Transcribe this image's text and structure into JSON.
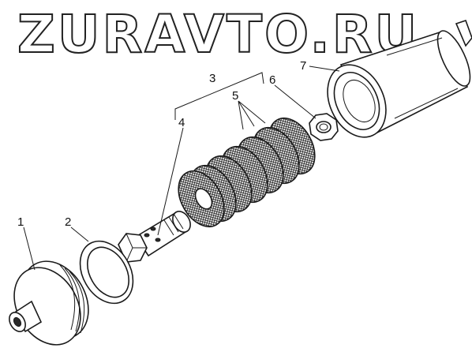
{
  "watermark": "ZURAVTO.RU",
  "callouts": [
    {
      "id": "1",
      "label": "1"
    },
    {
      "id": "2",
      "label": "2"
    },
    {
      "id": "3",
      "label": "3"
    },
    {
      "id": "4",
      "label": "4"
    },
    {
      "id": "5",
      "label": "5"
    },
    {
      "id": "6",
      "label": "6"
    },
    {
      "id": "7",
      "label": "7"
    }
  ],
  "colors": {
    "line": "#1a1a1a",
    "background": "#ffffff",
    "mesh": "#2a2a2a"
  }
}
